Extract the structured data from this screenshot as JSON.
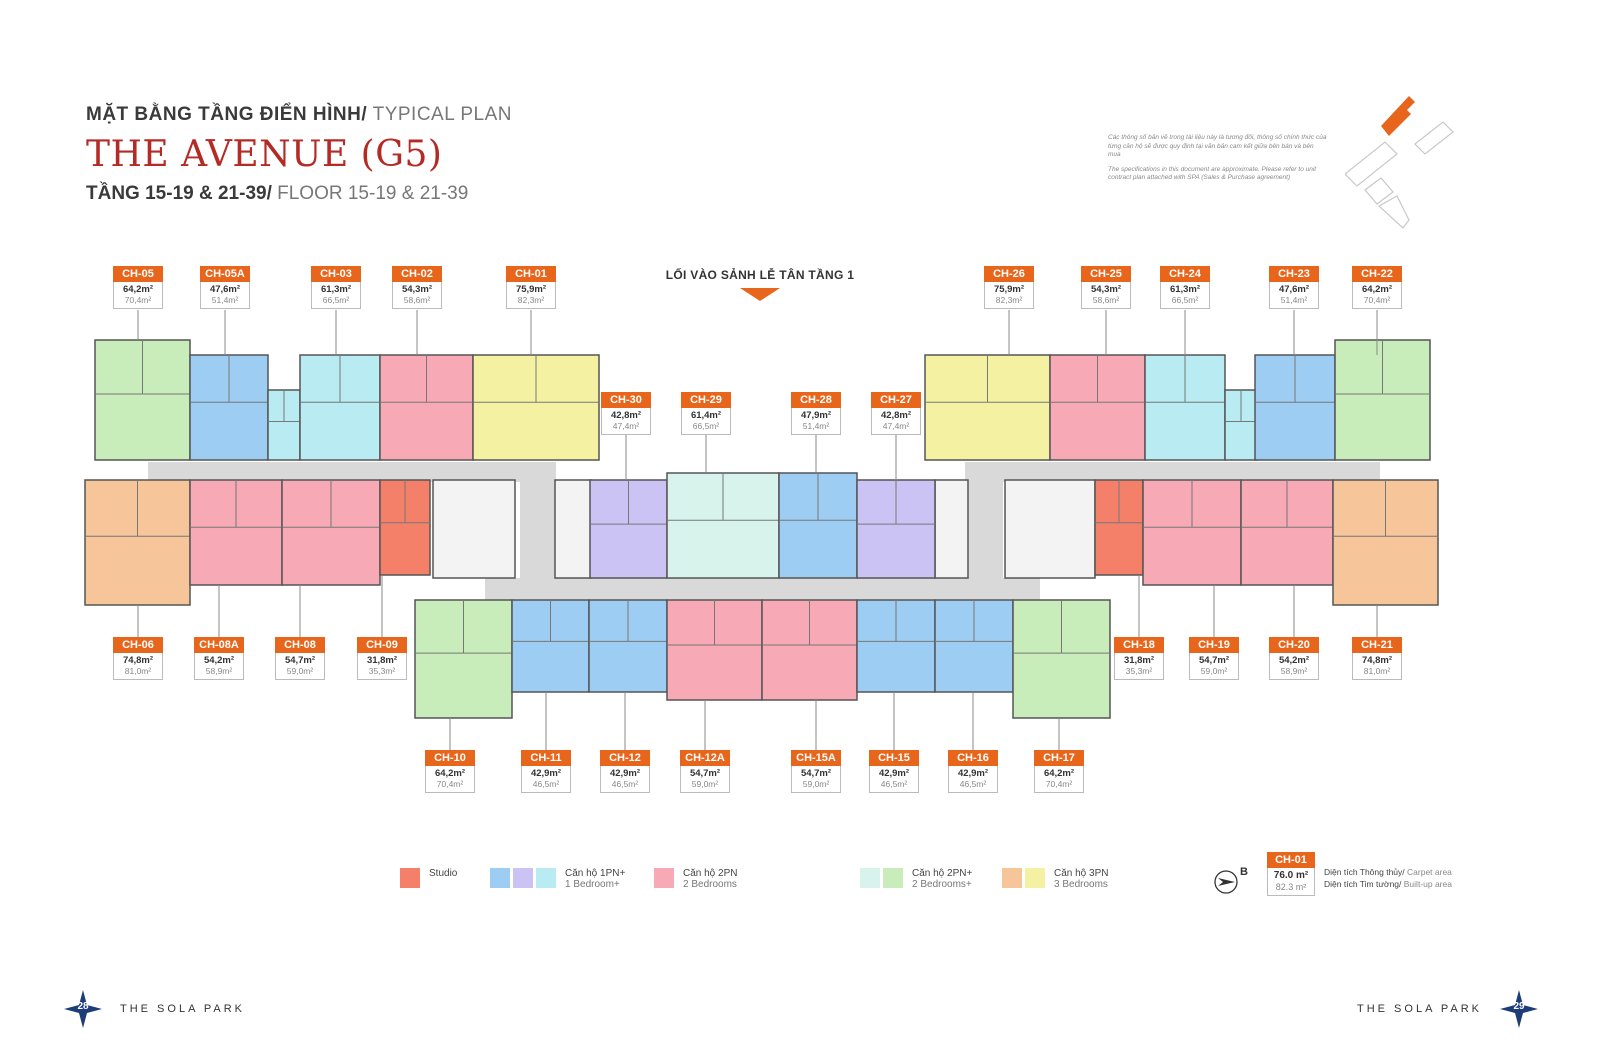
{
  "header": {
    "line1_bold": "MẶT BẰNG TẦNG ĐIỂN HÌNH/",
    "line1_light": " TYPICAL PLAN",
    "title": "THE AVENUE (G5)",
    "line3_bold": "TẦNG 15-19 & 21-39/",
    "line3_light": " FLOOR 15-19 & 21-39"
  },
  "disclaimer": {
    "vi": "Các thông số bản vẽ trong tài liệu này là tương đối, thông số chính thức của từng căn hộ sẽ được quy định tại văn bản cam kết giữa bên bán và bên mua",
    "en": "The specifications in this document are approximate. Please refer to unit contract plan attached with SPA (Sales & Purchase agreement)"
  },
  "entrance": {
    "label": "LỐI VÀO SẢNH LỄ TÂN TẦNG 1"
  },
  "colors": {
    "accent": "#e8651c",
    "title": "#b42a25",
    "corridor": "#d9d9d9",
    "studio": "#f4806a",
    "blue": "#9dcdf2",
    "purple": "#cbc3f3",
    "cyan": "#b9ecf2",
    "pink": "#f7aab5",
    "mint": "#d7f3ec",
    "green": "#c9ecbb",
    "orange": "#f7c59a",
    "yellow": "#f4f2a2",
    "navy": "#1d3d78"
  },
  "units": [
    {
      "code": "CH-05",
      "carpet": "64,2m²",
      "builtup": "70,4m²"
    },
    {
      "code": "CH-05A",
      "carpet": "47,6m²",
      "builtup": "51,4m²"
    },
    {
      "code": "CH-03",
      "carpet": "61,3m²",
      "builtup": "66,5m²"
    },
    {
      "code": "CH-02",
      "carpet": "54,3m²",
      "builtup": "58,6m²"
    },
    {
      "code": "CH-01",
      "carpet": "75,9m²",
      "builtup": "82,3m²"
    },
    {
      "code": "CH-26",
      "carpet": "75,9m²",
      "builtup": "82,3m²"
    },
    {
      "code": "CH-25",
      "carpet": "54,3m²",
      "builtup": "58,6m²"
    },
    {
      "code": "CH-24",
      "carpet": "61,3m²",
      "builtup": "66,5m²"
    },
    {
      "code": "CH-23",
      "carpet": "47,6m²",
      "builtup": "51,4m²"
    },
    {
      "code": "CH-22",
      "carpet": "64,2m²",
      "builtup": "70,4m²"
    },
    {
      "code": "CH-30",
      "carpet": "42,8m²",
      "builtup": "47,4m²"
    },
    {
      "code": "CH-29",
      "carpet": "61,4m²",
      "builtup": "66,5m²"
    },
    {
      "code": "CH-28",
      "carpet": "47,9m²",
      "builtup": "51,4m²"
    },
    {
      "code": "CH-27",
      "carpet": "42,8m²",
      "builtup": "47,4m²"
    },
    {
      "code": "CH-06",
      "carpet": "74,8m²",
      "builtup": "81,0m²"
    },
    {
      "code": "CH-08A",
      "carpet": "54,2m²",
      "builtup": "58,9m²"
    },
    {
      "code": "CH-08",
      "carpet": "54,7m²",
      "builtup": "59,0m²"
    },
    {
      "code": "CH-09",
      "carpet": "31,8m²",
      "builtup": "35,3m²"
    },
    {
      "code": "CH-18",
      "carpet": "31,8m²",
      "builtup": "35,3m²"
    },
    {
      "code": "CH-19",
      "carpet": "54,7m²",
      "builtup": "59,0m²"
    },
    {
      "code": "CH-20",
      "carpet": "54,2m²",
      "builtup": "58,9m²"
    },
    {
      "code": "CH-21",
      "carpet": "74,8m²",
      "builtup": "81,0m²"
    },
    {
      "code": "CH-10",
      "carpet": "64,2m²",
      "builtup": "70,4m²"
    },
    {
      "code": "CH-11",
      "carpet": "42,9m²",
      "builtup": "46,5m²"
    },
    {
      "code": "CH-12",
      "carpet": "42,9m²",
      "builtup": "46,5m²"
    },
    {
      "code": "CH-12A",
      "carpet": "54,7m²",
      "builtup": "59,0m²"
    },
    {
      "code": "CH-15A",
      "carpet": "54,7m²",
      "builtup": "59,0m²"
    },
    {
      "code": "CH-15",
      "carpet": "42,9m²",
      "builtup": "46,5m²"
    },
    {
      "code": "CH-16",
      "carpet": "42,9m²",
      "builtup": "46,5m²"
    },
    {
      "code": "CH-17",
      "carpet": "64,2m²",
      "builtup": "70,4m²"
    }
  ],
  "legend": {
    "studio": {
      "line1": "Studio",
      "line2": ""
    },
    "one_bed": {
      "line1": "Căn hộ 1PN+",
      "line2": "1 Bedroom+"
    },
    "two_bed": {
      "line1": "Căn hộ 2PN",
      "line2": "2 Bedrooms"
    },
    "two_bed_plus": {
      "line1": "Căn hộ 2PN+",
      "line2": "2 Bedrooms+"
    },
    "three_bed": {
      "line1": "Căn hộ 3PN",
      "line2": "3 Bedrooms"
    }
  },
  "compass": {
    "letter": "B"
  },
  "sample": {
    "code": "CH-01",
    "carpet": "76.0 m²",
    "builtup": "82.3 m²",
    "carpet_label": "Diện tích Thông thủy/",
    "carpet_label_en": " Carpet area",
    "builtup_label": "Diện tích Tim tường/",
    "builtup_label_en": " Built-up area"
  },
  "footer": {
    "left_page": "28",
    "left_brand": "THE SOLA PARK",
    "right_page": "29",
    "right_brand": "THE SOLA PARK"
  }
}
